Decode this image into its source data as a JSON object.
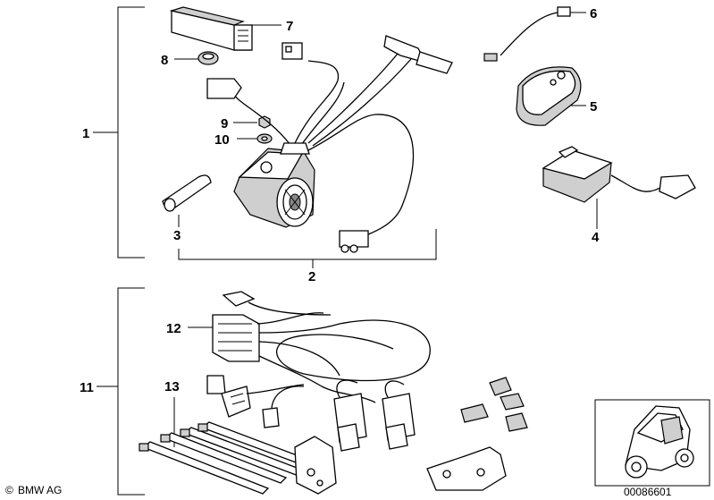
{
  "labels": {
    "l1": "1",
    "l2": "2",
    "l3": "3",
    "l4": "4",
    "l5": "5",
    "l6": "6",
    "l7": "7",
    "l8": "8",
    "l9": "9",
    "l10": "10",
    "l11": "11",
    "l12": "12",
    "l13": "13"
  },
  "footer": {
    "brand": "BMW AG",
    "copyright_symbol": "©",
    "diagram_number": "00086601"
  }
}
